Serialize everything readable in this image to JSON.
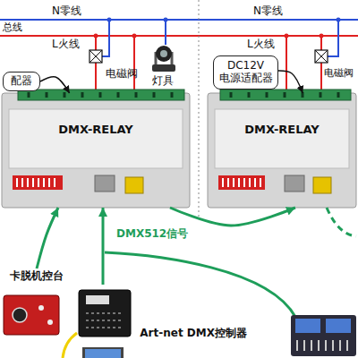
{
  "diagram": {
    "nodes": [
      {
        "text": [
          "配器"
        ]
      },
      {
        "text": [
          "DC12V",
          "电源适配器"
        ]
      },
      {
        "text": [
          "DMX-RELAY"
        ]
      },
      {
        "text": [
          "DMX-RELAY"
        ]
      },
      {
        "text": [
          "卡脱机控台"
        ]
      },
      {
        "text": [
          "Art-net DMX控制器"
        ]
      }
    ],
    "edges": [
      {
        "from": 0,
        "to": 2,
        "arrow": "to"
      },
      {
        "from": 1,
        "to": 3,
        "arrow": "to"
      },
      {
        "from": 4,
        "to": 2,
        "arrow": "to"
      },
      {
        "from": 5,
        "to": 2,
        "arrow": "to"
      },
      {
        "from": 2,
        "to": 3,
        "label": "DMX512信号",
        "arrow": "to"
      }
    ],
    "labels": [
      "N零线",
      "N零线",
      "总线",
      "L火线",
      "L火线",
      "电磁阀",
      "灯具",
      "电磁阀"
    ]
  }
}
